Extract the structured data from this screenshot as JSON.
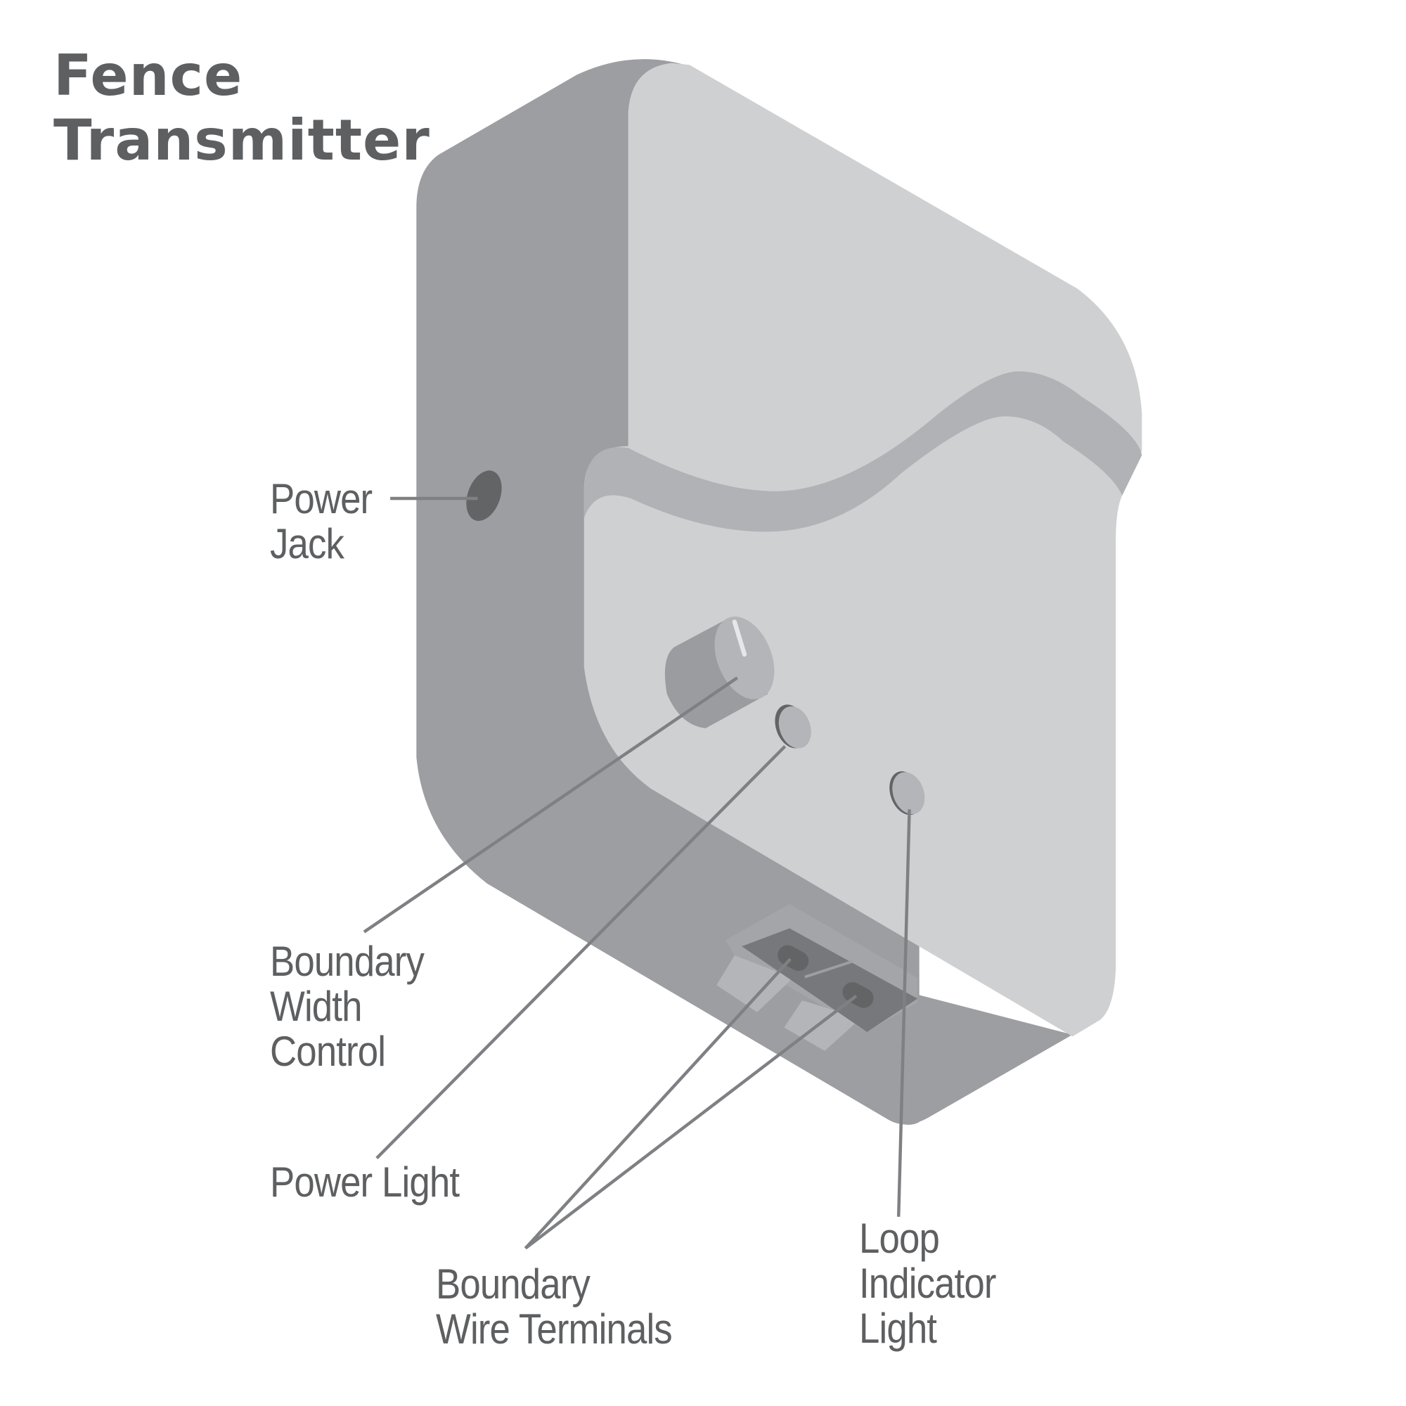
{
  "title": {
    "line1": "Fence",
    "line2": "Transmitter"
  },
  "labels": {
    "power_jack": {
      "line1": "Power",
      "line2": "Jack"
    },
    "boundary_width_control": {
      "line1": "Boundary",
      "line2": "Width",
      "line3": "Control"
    },
    "power_light": {
      "line1": "Power Light"
    },
    "boundary_wire_terminals": {
      "line1": "Boundary",
      "line2": "Wire Terminals"
    },
    "loop_indicator_light": {
      "line1": "Loop",
      "line2": "Indicator",
      "line3": "Light"
    }
  },
  "colors": {
    "background": "#ffffff",
    "text": "#5e5f61",
    "side_face": "#9d9ea2",
    "front_face": "#cfd0d2",
    "wave_band": "#b1b2b5",
    "knob_body": "#9b9c9f",
    "knob_face": "#b4b5b8",
    "dark_detail": "#636466",
    "terminal_block": "#77787b",
    "leader_line": "#7f8083"
  }
}
